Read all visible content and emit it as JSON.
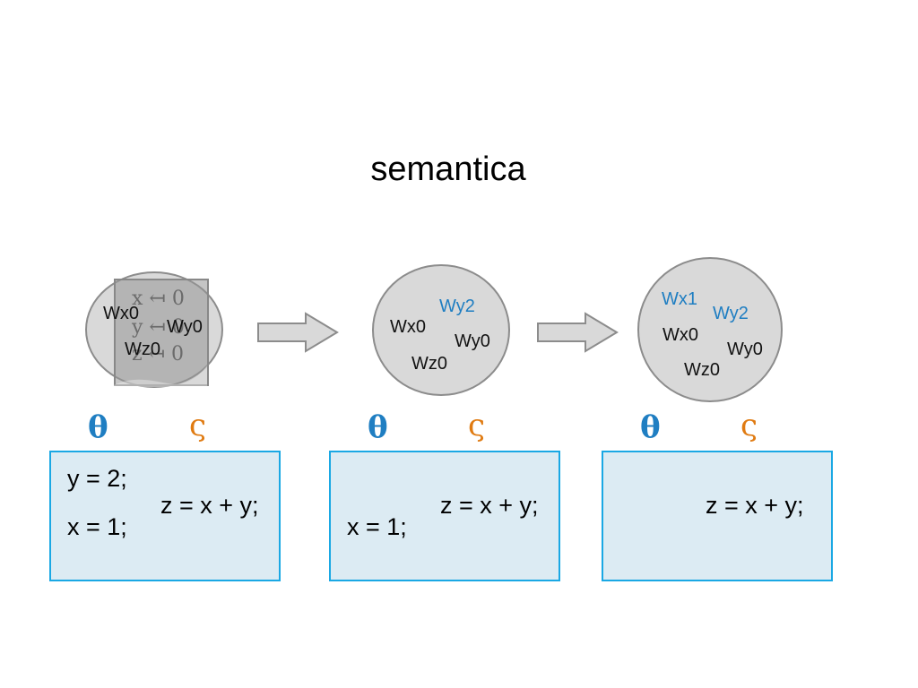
{
  "title": "semantica",
  "states": [
    {
      "labels": [
        "Wx0",
        "Wy0",
        "Wz0"
      ],
      "overlay": [
        "x ↤ 0",
        "y ↤ 0",
        "z ↤ 0"
      ]
    },
    {
      "labels": [
        "Wy2",
        "Wx0",
        "Wy0",
        "Wz0"
      ],
      "new_labels": [
        "Wy2"
      ]
    },
    {
      "labels": [
        "Wx1",
        "Wy2",
        "Wx0",
        "Wy0",
        "Wz0"
      ],
      "new_labels": [
        "Wx1",
        "Wy2"
      ]
    }
  ],
  "symbols": {
    "theta": "θ",
    "sigma": "ς"
  },
  "boxes": [
    {
      "theta_lines": [
        "y = 2;",
        "x = 1;"
      ],
      "sigma_code": "z = x + y;"
    },
    {
      "theta_lines": [
        "x = 1;"
      ],
      "sigma_code": "z = x + y;"
    },
    {
      "theta_lines": [],
      "sigma_code": "z = x + y;"
    }
  ],
  "colors": {
    "new_write": "#1f7ec2",
    "theta": "#1f7ec2",
    "sigma": "#e07b12",
    "box_border": "#1aa8e4",
    "box_fill": "#dcebf3"
  }
}
